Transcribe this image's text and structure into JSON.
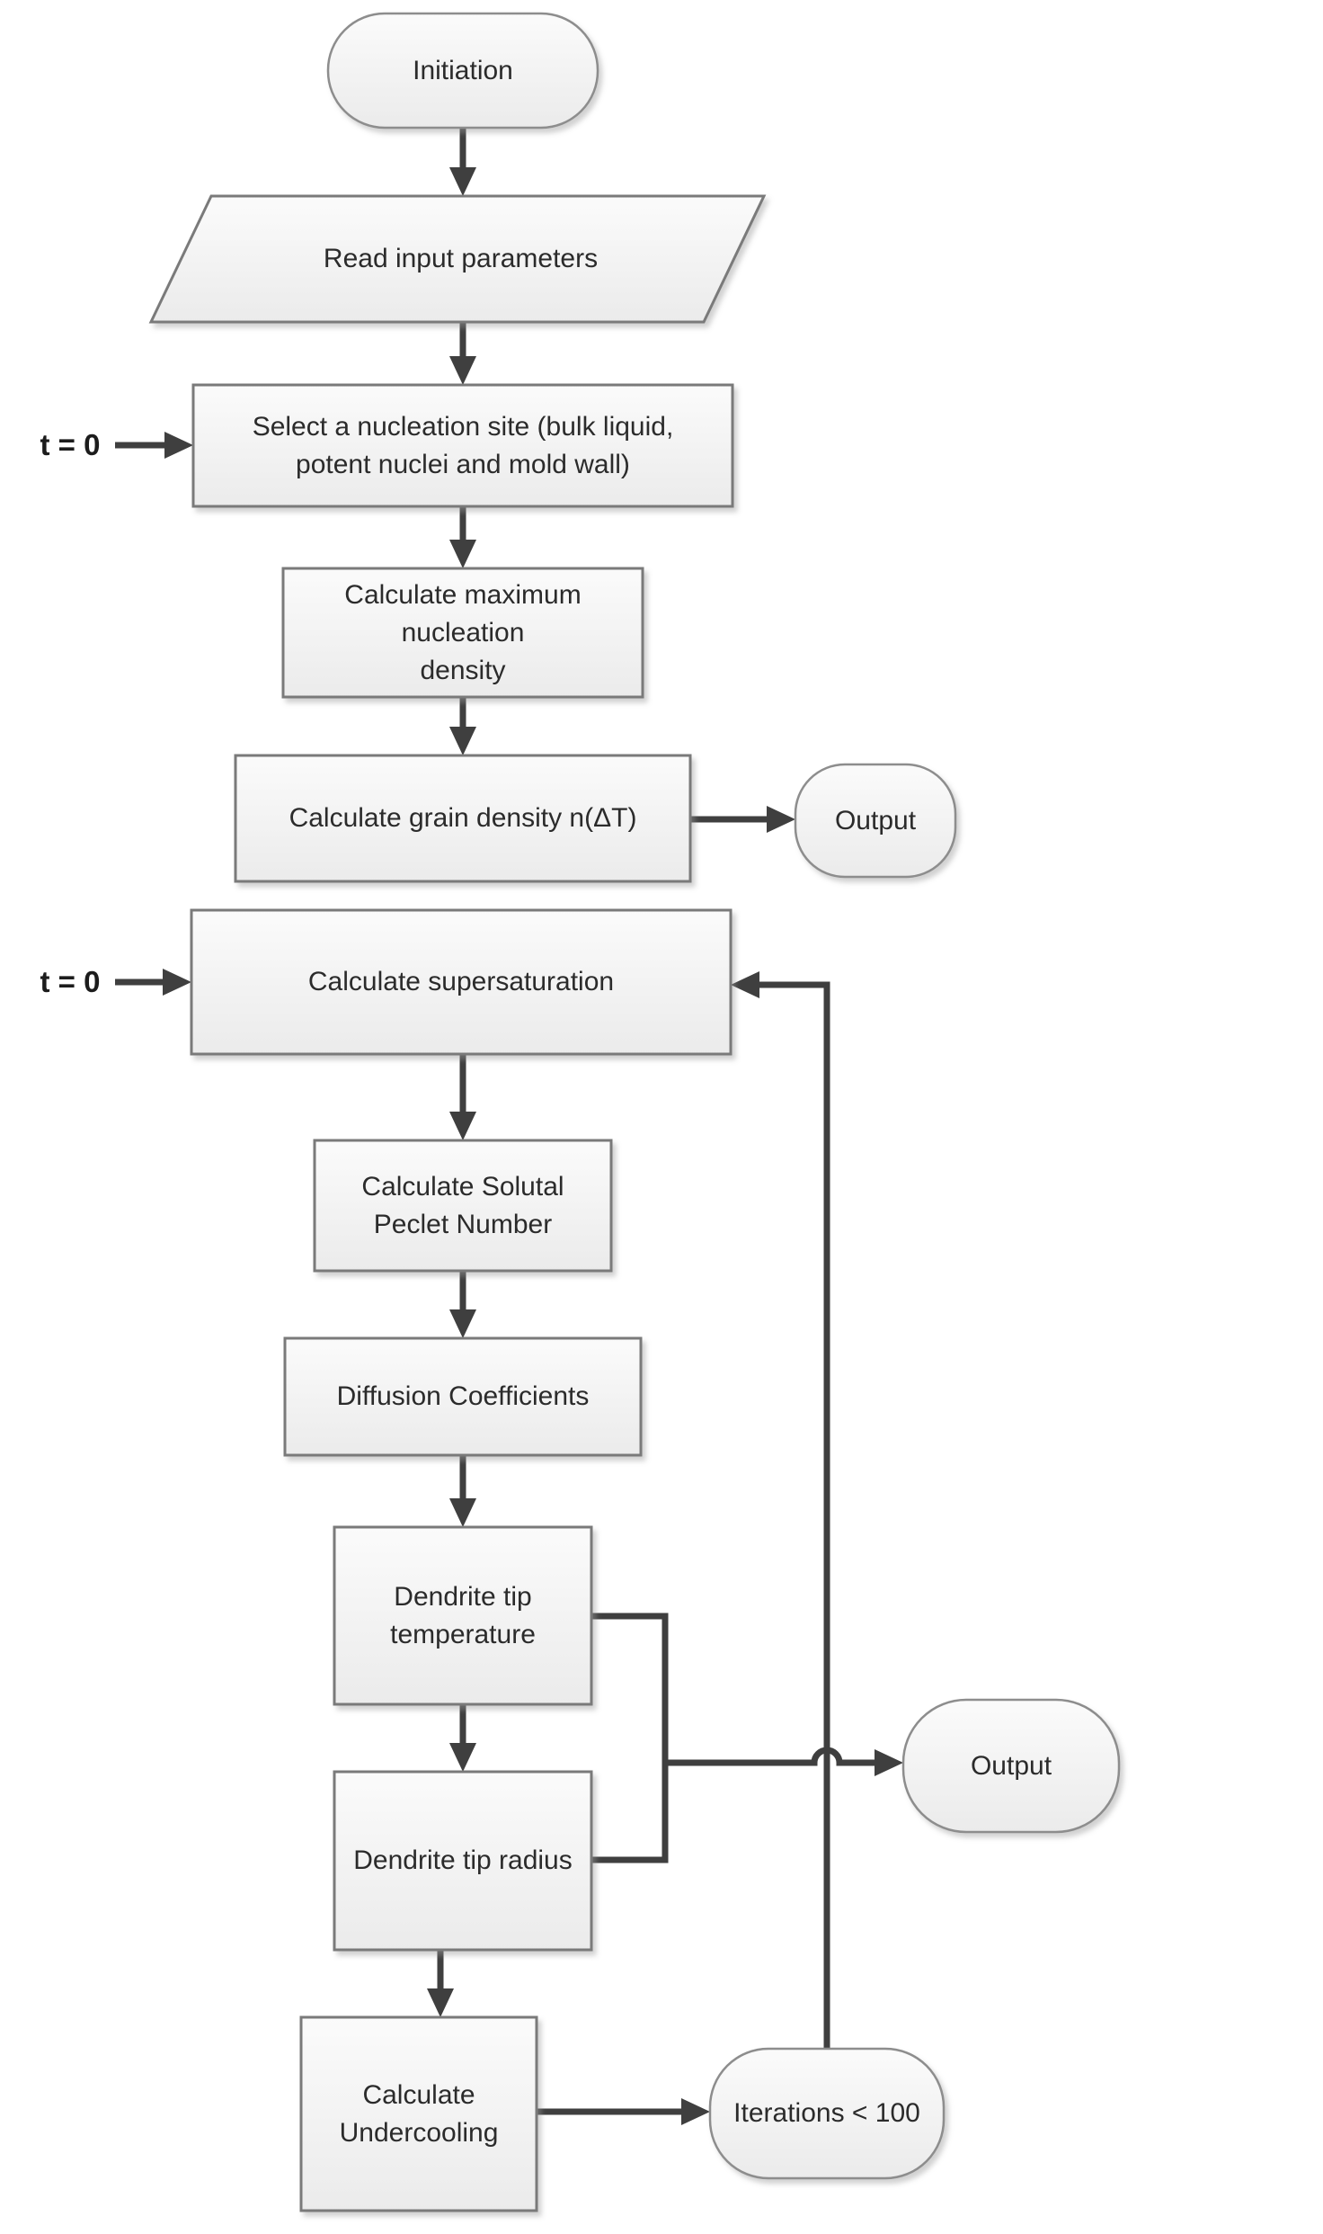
{
  "nodes": {
    "initiation": {
      "type": "terminator",
      "label": "Initiation"
    },
    "read_input": {
      "type": "io",
      "label": "Read input parameters"
    },
    "select_site": {
      "type": "process",
      "label": "Select a nucleation site (bulk liquid,\npotent nuclei and mold wall)"
    },
    "max_nucleation": {
      "type": "process",
      "label": "Calculate maximum nucleation\ndensity"
    },
    "grain_density": {
      "type": "process",
      "label": "Calculate grain density n(ΔT)"
    },
    "output_1": {
      "type": "terminator",
      "label": "Output"
    },
    "supersaturation": {
      "type": "process",
      "label": "Calculate supersaturation"
    },
    "peclet": {
      "type": "process",
      "label": "Calculate Solutal\nPeclet Number"
    },
    "diffusion": {
      "type": "process",
      "label": "Diffusion Coefficients"
    },
    "tip_temperature": {
      "type": "process",
      "label": "Dendrite tip\ntemperature"
    },
    "tip_radius": {
      "type": "process",
      "label": "Dendrite tip radius"
    },
    "output_2": {
      "type": "terminator",
      "label": "Output"
    },
    "undercooling": {
      "type": "process",
      "label": "Calculate\nUndercooling"
    },
    "iterations": {
      "type": "terminator",
      "label": "Iterations < 100"
    }
  },
  "annotations": {
    "t_zero_1": "t = 0",
    "t_zero_2": "t = 0"
  },
  "edges": [
    {
      "from": "initiation",
      "to": "read_input"
    },
    {
      "from": "read_input",
      "to": "select_site"
    },
    {
      "from": "t_zero_1",
      "to": "select_site"
    },
    {
      "from": "select_site",
      "to": "max_nucleation"
    },
    {
      "from": "max_nucleation",
      "to": "grain_density"
    },
    {
      "from": "grain_density",
      "to": "output_1"
    },
    {
      "from": "t_zero_2",
      "to": "supersaturation"
    },
    {
      "from": "supersaturation",
      "to": "peclet"
    },
    {
      "from": "peclet",
      "to": "diffusion"
    },
    {
      "from": "diffusion",
      "to": "tip_temperature"
    },
    {
      "from": "tip_temperature",
      "to": "tip_radius"
    },
    {
      "from": "tip_temperature_and_tip_radius",
      "to": "output_2"
    },
    {
      "from": "tip_radius",
      "to": "undercooling"
    },
    {
      "from": "undercooling",
      "to": "iterations"
    },
    {
      "from": "iterations",
      "to": "supersaturation"
    }
  ],
  "colors": {
    "background": "#ffffff",
    "connector": "#3f3f3f",
    "shape_border": "#7a7a7a",
    "shape_fill_top": "#fbfbfb",
    "shape_fill_bottom": "#ebebeb",
    "text": "#2b2b2b"
  }
}
